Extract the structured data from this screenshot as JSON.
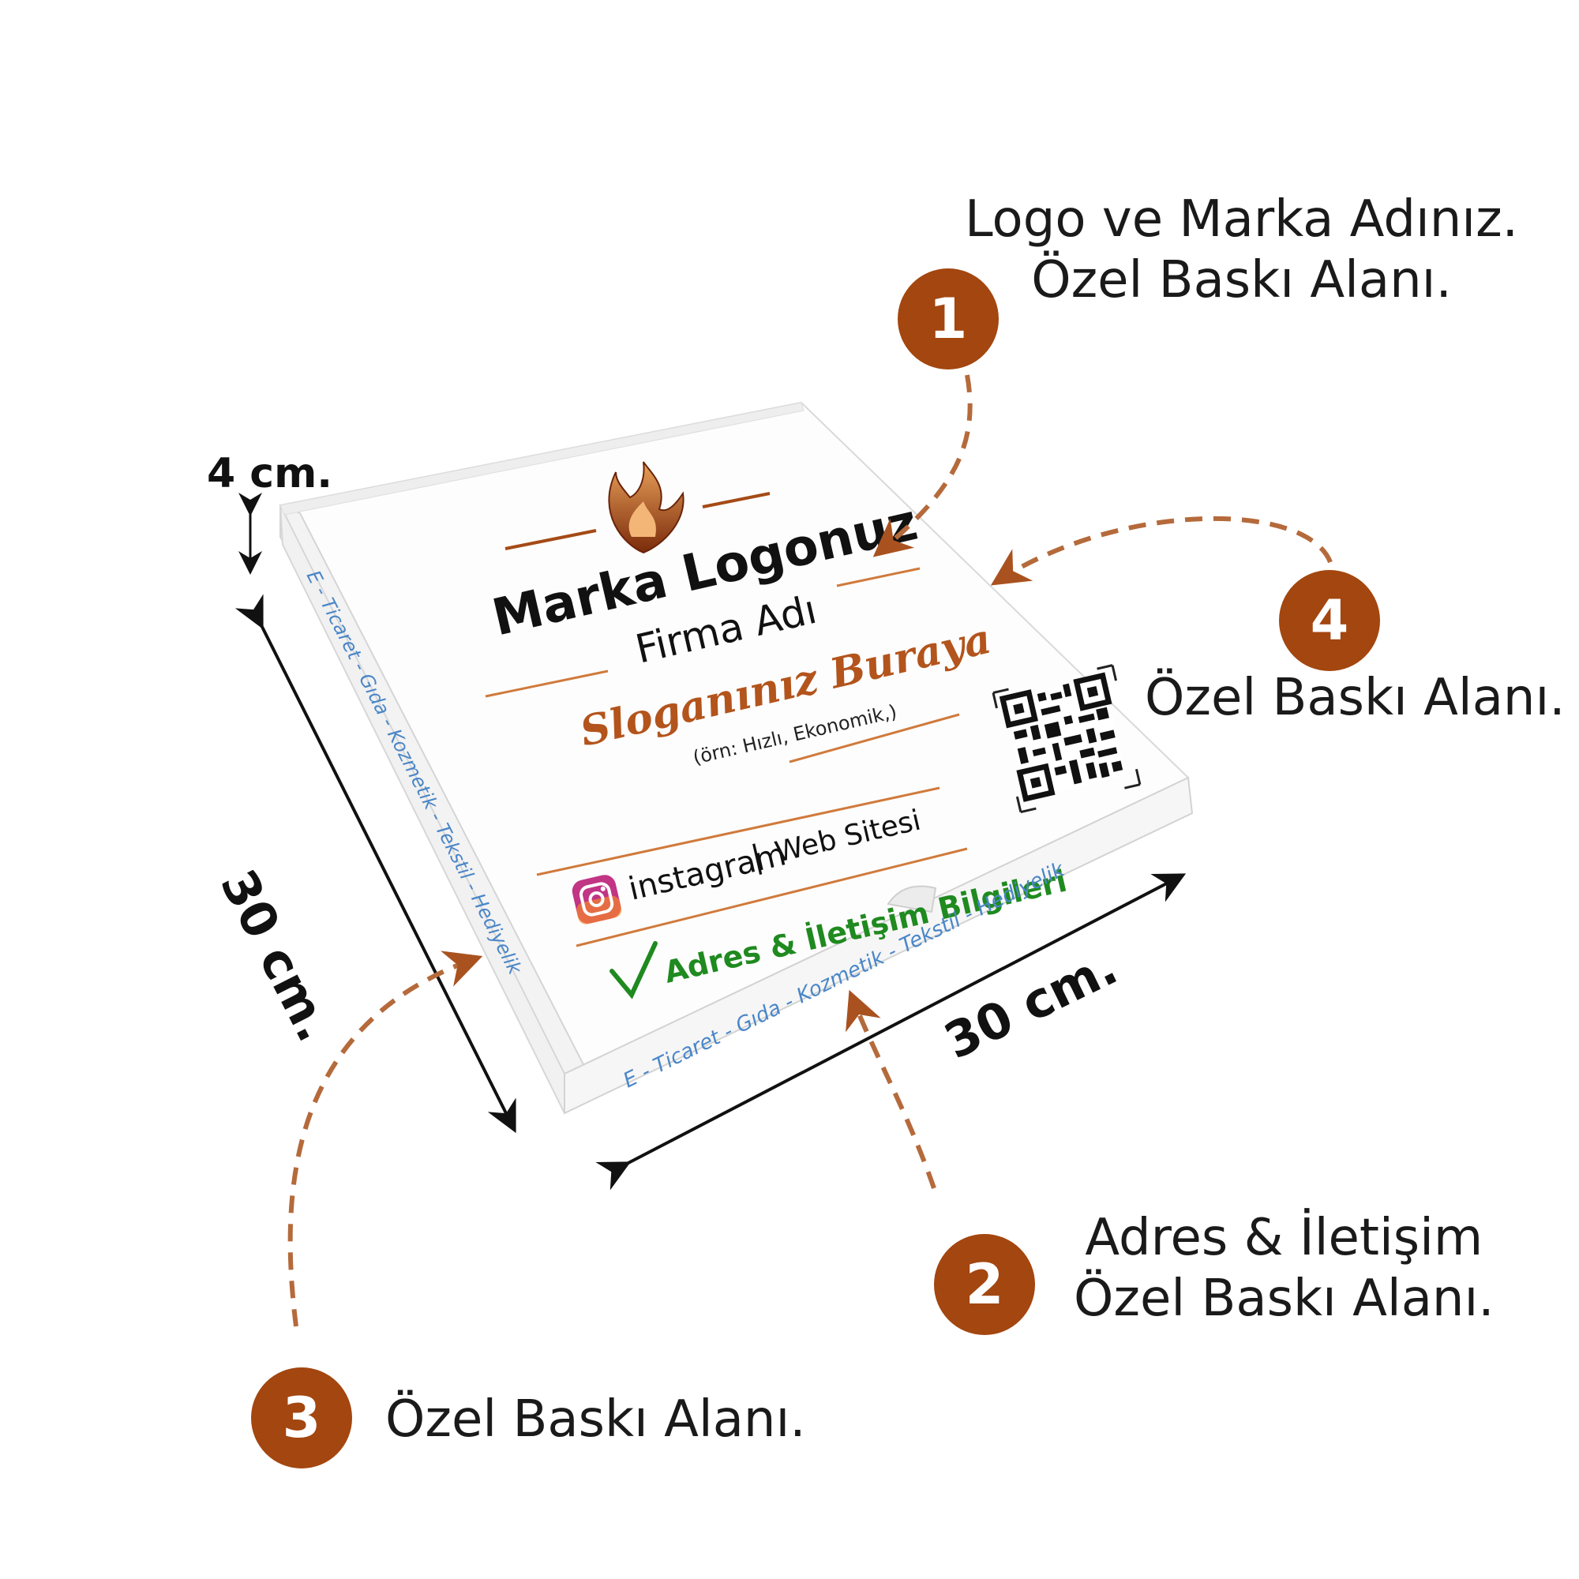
{
  "dimensions": {
    "height": "4 cm.",
    "depth": "30 cm.",
    "width": "30 cm."
  },
  "box_print": {
    "brand_logo": "Marka Logonuz",
    "company_name": "Firma Adı",
    "slogan": "Sloganınız Buraya",
    "slogan_example": "(örn: Hızlı, Ekonomik,)",
    "social": "instagram",
    "separator": "|",
    "website": "Web Sitesi",
    "address": "Adres & İletişim Bilgileri",
    "side_text_front": "E - Ticaret  -  Gıda  -  Kozmetik  -  Tekstil  -  Hediyelik",
    "side_text_left": "E - Ticaret  -  Gıda  -  Kozmetik  -  Tekstil  -  Hediyelik"
  },
  "callouts": [
    {
      "number": "1",
      "lines": [
        "Logo ve Marka Adınız.",
        "Özel Baskı Alanı."
      ]
    },
    {
      "number": "2",
      "lines": [
        "Adres & İletişim",
        "Özel Baskı Alanı."
      ]
    },
    {
      "number": "3",
      "lines": [
        "Özel Baskı Alanı."
      ]
    },
    {
      "number": "4",
      "lines": [
        "Özel Baskı Alanı."
      ]
    }
  ],
  "colors": {
    "accent": "#a3460f",
    "dashed_arrow": "#b56a3b",
    "slogan": "#b3541c",
    "rule": "#d07a3c",
    "address_green": "#1f8a1f",
    "side_text_blue": "#4a86c8",
    "dimension": "#111111"
  }
}
